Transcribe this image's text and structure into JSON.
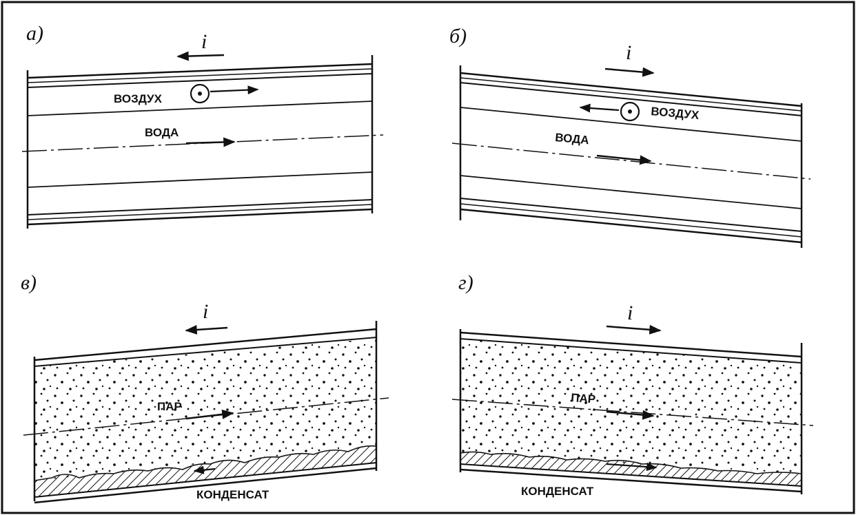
{
  "panels": [
    {
      "letter": "а)",
      "slope": "i",
      "medium": "ВОЗДУХ",
      "flow": "ВОДА"
    },
    {
      "letter": "б)",
      "slope": "i",
      "medium": "ВОЗДУХ",
      "flow": "ВОДА"
    },
    {
      "letter": "в)",
      "slope": "i",
      "flow": "ПАР",
      "condensate": "КОНДЕНСАТ"
    },
    {
      "letter": "г)",
      "slope": "i",
      "flow": "ПАР",
      "condensate": "КОНДЕНСАТ"
    }
  ],
  "colors": {
    "ink": "#111111",
    "paper": "#ffffff"
  }
}
